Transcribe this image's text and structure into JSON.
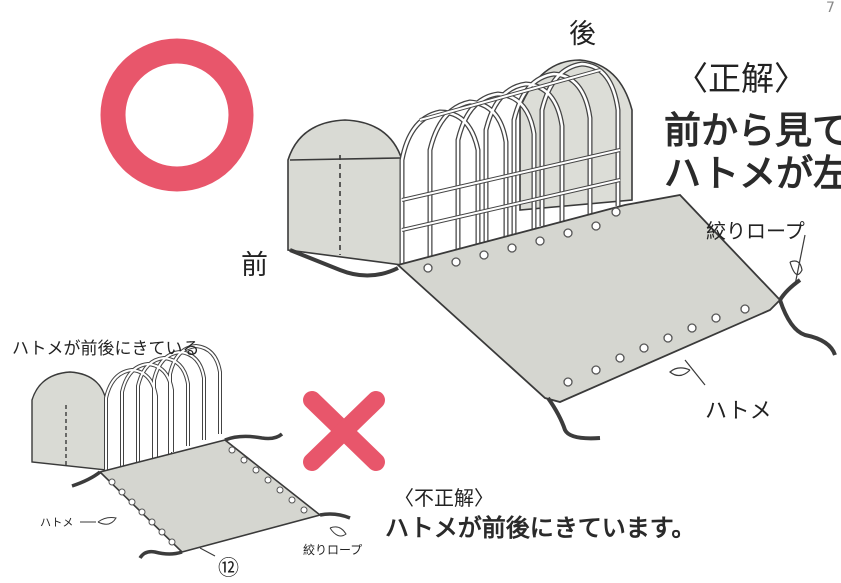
{
  "correct": {
    "heading": "〈正解〉",
    "line1": "前から見て",
    "line2": "ハトメが左"
  },
  "wrong": {
    "heading": "〈不正解〉",
    "text": "ハトメが前後にきています。"
  },
  "labels": {
    "back": "後",
    "front": "前",
    "rope": "絞りロープ",
    "grommet": "ハトメ",
    "small_note": "ハトメが前後にきている",
    "small_grommet": "ハトメ",
    "small_rope": "絞りロープ",
    "small_number": "⑫",
    "corner": "7"
  },
  "colors": {
    "correct_mark": "#e8566b",
    "wrong_mark": "#e8566b",
    "sheet": "#d7d8d2",
    "line": "#3a3a3a",
    "rope": "#3c3c3c"
  }
}
